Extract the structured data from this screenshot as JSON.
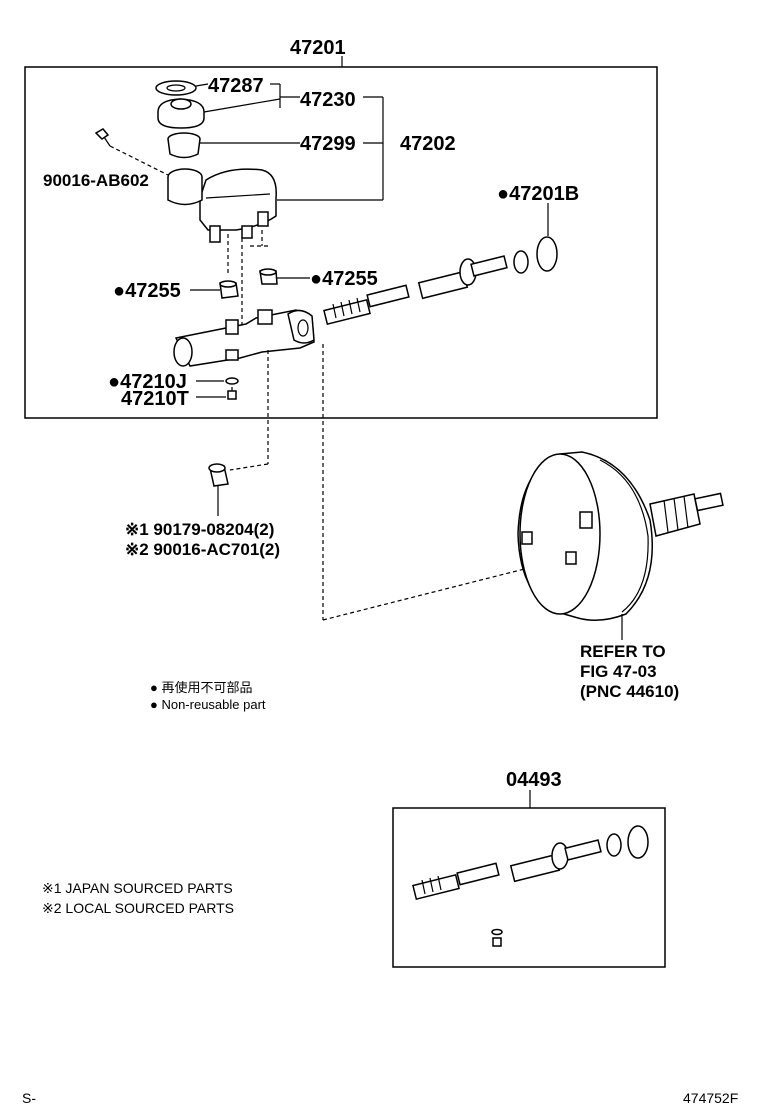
{
  "labels": {
    "assembly": "47201",
    "p47287": "47287",
    "p47230": "47230",
    "p47299": "47299",
    "p47202": "47202",
    "p90016ab602": "90016-AB602",
    "p47201b": "●47201B",
    "p47255_left": "●47255",
    "p47255_right": "●47255",
    "p47210j": "●47210J",
    "p47210t": "47210T",
    "kit": "04493"
  },
  "clip_refs": {
    "line1": "※1 90179-08204(2)",
    "line2": "※2 90016-AC701(2)"
  },
  "refer": {
    "line1": "REFER TO",
    "line2": "FIG 47-03",
    "line3": "(PNC 44610)"
  },
  "legend": {
    "jp": "● 再使用不可部品",
    "en": "● Non-reusable part"
  },
  "notes": {
    "note1": "※1 JAPAN SOURCED PARTS",
    "note2": "※2 LOCAL SOURCED PARTS"
  },
  "footer": {
    "left": "S-",
    "right": "474752F"
  }
}
